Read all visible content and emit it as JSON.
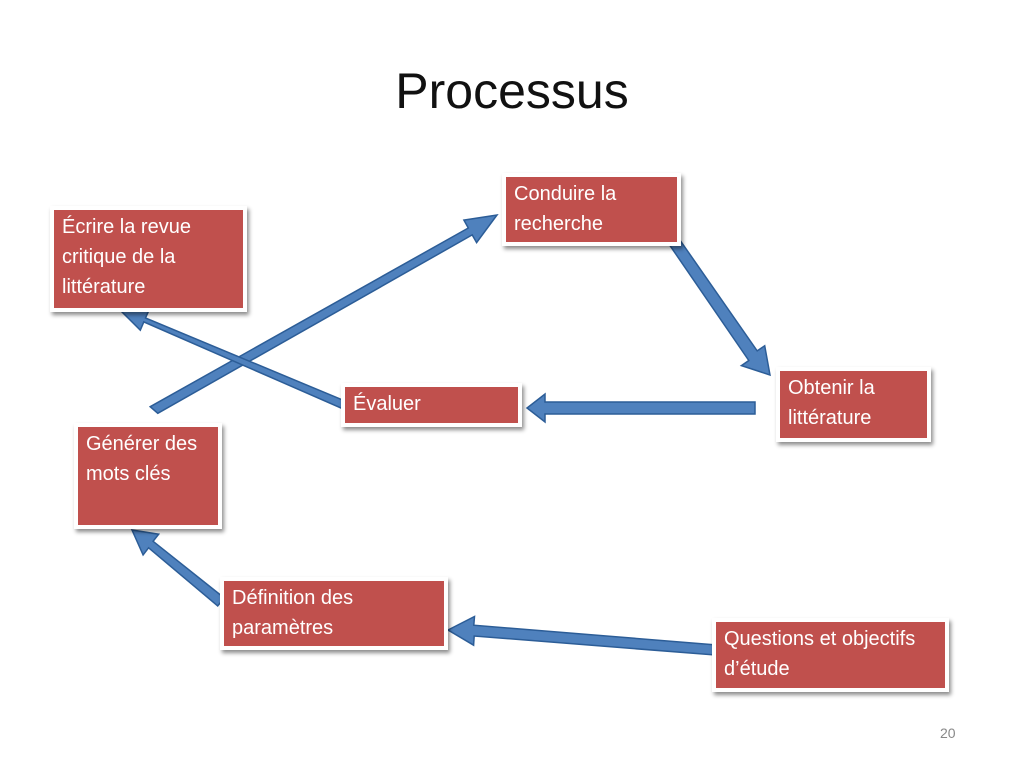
{
  "slide": {
    "title": "Processus",
    "page_number": "20"
  },
  "colors": {
    "box_fill": "#c0504d",
    "arrow_fill": "#4f81bd",
    "arrow_stroke": "#2c5d97"
  },
  "steps": {
    "conduire": "Conduire la recherche",
    "ecrire": "Écrire la revue critique de la littérature",
    "obtenir": "Obtenir la littérature",
    "evaluer": "Évaluer",
    "generer": "Générer des mots clés",
    "definition": "Définition des paramètres",
    "questions": "Questions et objectifs d’étude"
  }
}
